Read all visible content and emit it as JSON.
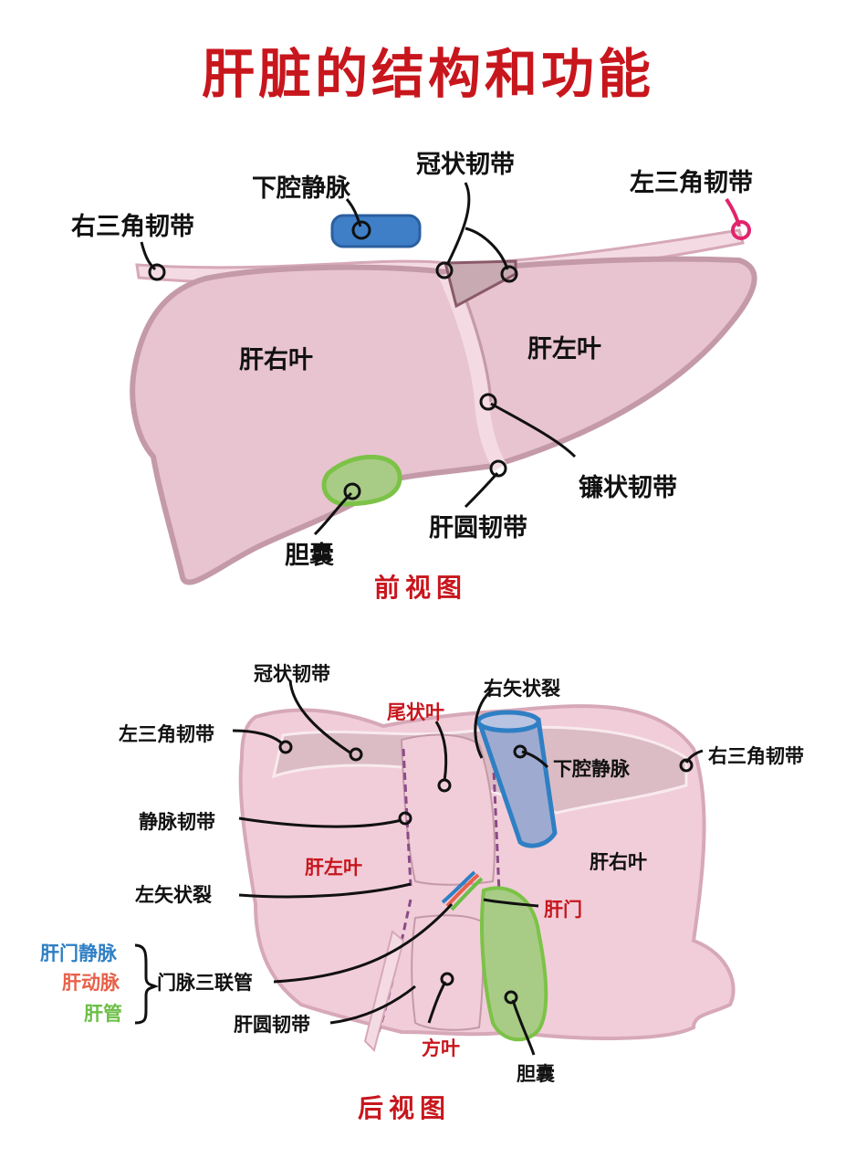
{
  "title": "肝脏的结构和功能",
  "front_view": {
    "caption": "前视图",
    "labels": {
      "right_triangular_ligament": "右三角韧带",
      "inferior_vena_cava": "下腔静脉",
      "coronary_ligament": "冠状韧带",
      "left_triangular_ligament": "左三角韧带",
      "right_lobe": "肝右叶",
      "left_lobe": "肝左叶",
      "falciform_ligament": "镰状韧带",
      "round_ligament": "肝圆韧带",
      "gallbladder": "胆囊"
    }
  },
  "back_view": {
    "caption": "后视图",
    "labels": {
      "coronary_ligament": "冠状韧带",
      "caudate_lobe": "尾状叶",
      "right_sagittal_fissure": "右矢状裂",
      "left_triangular_ligament": "左三角韧带",
      "inferior_vena_cava": "下腔静脉",
      "right_triangular_ligament": "右三角韧带",
      "venous_ligament": "静脉韧带",
      "left_lobe": "肝左叶",
      "right_lobe": "肝右叶",
      "left_sagittal_fissure": "左矢状裂",
      "porta_hepatis": "肝门",
      "portal_vein": "肝门静脉",
      "hepatic_artery": "肝动脉",
      "bile_duct": "肝管",
      "portal_triad": "门脉三联管",
      "round_ligament": "肝圆韧带",
      "quadrate_lobe": "方叶",
      "gallbladder": "胆囊"
    }
  },
  "colors": {
    "title_red": "#c8161d",
    "liver_fill": "#e8c4d0",
    "liver_outline": "#c49aa8",
    "vena_cava_blue": "#3f7fc8",
    "gallbladder_green": "#a8cc86",
    "ligament_pink": "#f4dbe3",
    "portal_vein_blue": "#2f7fc4",
    "hepatic_artery_orange": "#e8614a",
    "bile_duct_green": "#6bbf45"
  }
}
